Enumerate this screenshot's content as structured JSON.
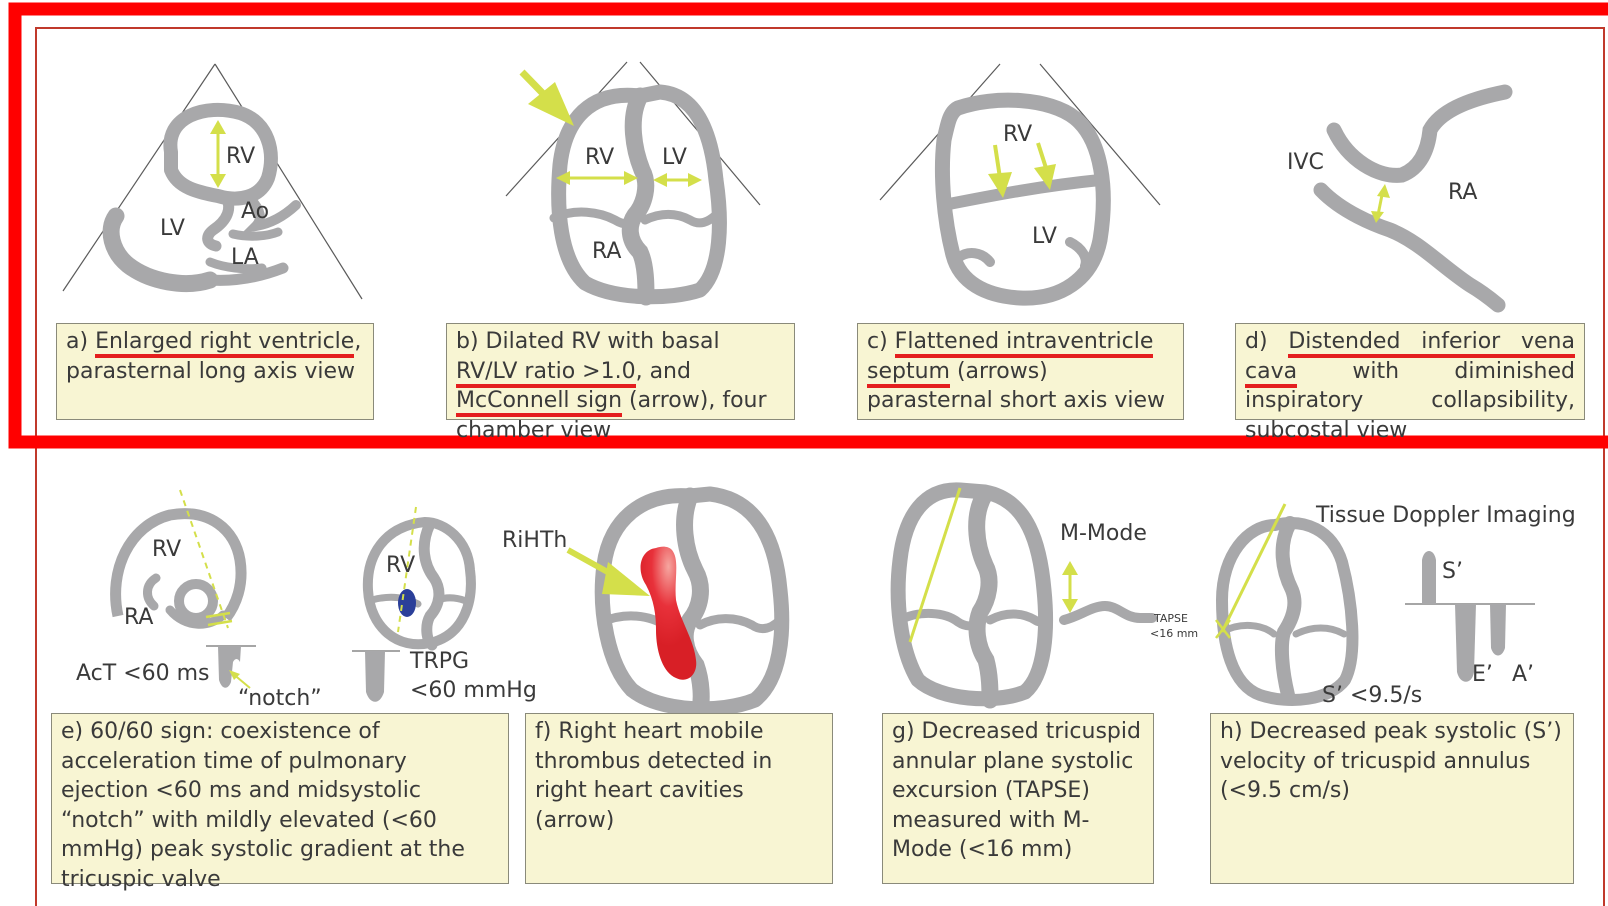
{
  "panels": {
    "a": {
      "caption_prefix": "a) ",
      "caption_highlight": "Enlarged right ventricle",
      "caption_rest": ", parasternal long axis view",
      "labels": {
        "rv": "RV",
        "lv": "LV",
        "ao": "Ao",
        "la": "LA"
      }
    },
    "b": {
      "caption_prefix": "b) Dilated RV with basal ",
      "caption_highlight1": "RV/LV ratio >1.0",
      "caption_mid": ", and ",
      "caption_highlight2": "McConnell sign",
      "caption_rest": " (arrow), four chamber view",
      "labels": {
        "rv": "RV",
        "lv": "LV",
        "ra": "RA"
      }
    },
    "c": {
      "caption_prefix": "c) ",
      "caption_highlight": "Flattened intraventricle septum",
      "caption_rest": " (arrows) parasternal short axis view",
      "labels": {
        "rv": "RV",
        "lv": "LV"
      }
    },
    "d": {
      "caption_prefix": "d) ",
      "caption_highlight": "Distended inferior vena cava",
      "caption_rest": " with diminished inspiratory collapsibility, subcostal view",
      "labels": {
        "ivc": "IVC",
        "ra": "RA"
      }
    },
    "e": {
      "caption": "e) 60/60 sign: coexistence of acceleration time of pulmonary ejection <60 ms and midsystolic “notch” with mildly elevated (<60 mmHg) peak systolic gradient at the tricuspic valve",
      "labels": {
        "rv1": "RV",
        "ra1": "RA",
        "act": "AcT <60 ms",
        "notch": "“notch”",
        "rv2": "RV",
        "trpg1": "TRPG",
        "trpg2": "<60 mmHg"
      }
    },
    "f": {
      "caption": "f) Right heart mobile thrombus detected in right heart cavities (arrow)",
      "labels": {
        "rihth": "RiHTh"
      }
    },
    "g": {
      "caption": "g) Decreased tricuspid annular plane systolic excursion (TAPSE) measured with M-Mode (<16 mm)",
      "labels": {
        "mmode": "M-Mode",
        "tapse": "TAPSE",
        "tapse_val": "<16 mm"
      }
    },
    "h": {
      "caption": "h) Decreased peak systolic (S’) velocity of tricuspid annulus (<9.5 cm/s)",
      "labels": {
        "tdi": "Tissue Doppler Imaging",
        "s": "S’",
        "e": "E’",
        "a": "A’",
        "s_val": "S’ <9.5/s"
      }
    }
  },
  "colors": {
    "highlight_frame": "#ff0000",
    "outer_frame": "#c0392b",
    "caption_bg": "#f8f5d3",
    "heart_wall": "#a8a8aa",
    "arrow": "#d4df4a",
    "thrombus": "#e01e25",
    "blood_blue": "#2b3f99",
    "underline": "#e41e1e"
  }
}
